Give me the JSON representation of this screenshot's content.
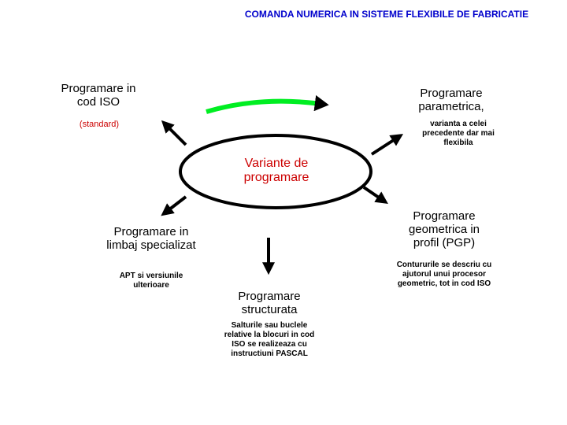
{
  "colors": {
    "header": "#0000cc",
    "center_text": "#cc0000",
    "standard_text": "#cc0000",
    "green_arrow": "#00ee22",
    "arrow": "#000000",
    "ellipse_stroke": "#000000"
  },
  "header": "COMANDA NUMERICA IN SISTEME FLEXIBILE DE FABRICATIE",
  "center": "Variante de programare",
  "nodes": {
    "iso": {
      "title": "Programare in cod ISO",
      "sub": "(standard)"
    },
    "parametrica": {
      "title": "Programare parametrica,",
      "sub": "varianta a celei precedente dar mai flexibila"
    },
    "limbaj": {
      "title": "Programare in limbaj specializat",
      "sub": "APT si versiunile ulterioare"
    },
    "structurata": {
      "title": "Programare structurata",
      "sub": "Salturile sau buclele relative la blocuri in cod ISO se realizeaza cu instructiuni PASCAL"
    },
    "geometrica": {
      "title": "Programare geometrica in profil (PGP)",
      "sub": "Contururile se descriu cu ajutorul unui procesor geometric, tot in cod ISO"
    }
  }
}
